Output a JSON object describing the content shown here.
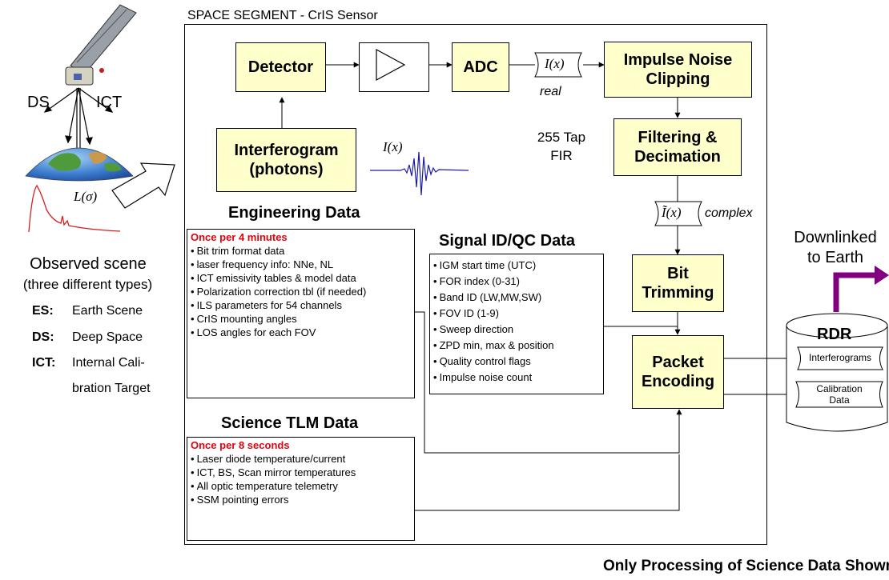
{
  "header": {
    "segment_title": "SPACE SEGMENT - CrIS Sensor",
    "footer_note": "Only Processing of Science Data Shown"
  },
  "left": {
    "ds_label": "DS",
    "ict_label": "ICT",
    "observed_title": "Observed scene",
    "observed_sub": "(three different types)",
    "scene_types": [
      {
        "code": "ES:",
        "desc": "Earth Scene"
      },
      {
        "code": "DS:",
        "desc": "Deep Space"
      },
      {
        "code": "ICT:",
        "desc": "Internal Cali-"
      },
      {
        "code": "",
        "desc": "bration Target"
      }
    ]
  },
  "blocks": {
    "detector": "Detector",
    "adc": "ADC",
    "impulse_1": "Impulse Noise",
    "impulse_2": "Clipping",
    "interferogram_1": "Interferogram",
    "interferogram_2": "(photons)",
    "filtering_1": "Filtering &",
    "filtering_2": "Decimation",
    "bit_1": "Bit",
    "bit_2": "Trimming",
    "packet_1": "Packet",
    "packet_2": "Encoding"
  },
  "signal_labels": {
    "ix": "I(x)",
    "real": "real",
    "complex": "complex",
    "tap_1": "255 Tap",
    "tap_2": "FIR",
    "sigma": "L(σ)"
  },
  "engineering": {
    "title": "Engineering Data",
    "header": "Once per 4 minutes",
    "items": [
      "Bit trim format data",
      "laser frequency info: NNe, NL",
      "ICT emissivity tables & model data",
      "Polarization correction tbl (if needed)",
      "ILS parameters for 54 channels",
      "CrIS mounting angles",
      "LOS angles for each FOV"
    ]
  },
  "signal_qc": {
    "title": "Signal ID/QC Data",
    "items": [
      "IGM start time (UTC)",
      "FOR index (0-31)",
      "Band ID (LW,MW,SW)",
      "FOV ID (1-9)",
      "Sweep direction",
      "ZPD min, max & position",
      "Quality control flags",
      "Impulse noise count"
    ]
  },
  "science_tlm": {
    "title": "Science TLM Data",
    "header": "Once per 8 seconds",
    "items": [
      "Laser diode temperature/current",
      "ICT, BS, Scan mirror temperatures",
      "All optic temperature telemetry",
      "SSM pointing errors"
    ]
  },
  "rdr": {
    "downlink_1": "Downlinked",
    "downlink_2": "to Earth",
    "title": "RDR",
    "interferograms": "Interferograms",
    "calib_1": "Calibration",
    "calib_2": "Data"
  },
  "colors": {
    "block_fill": "#ffffcc",
    "highlight_red": "#e8000b",
    "downlink_purple": "#800080",
    "signal_blue": "#1a1aa6"
  }
}
